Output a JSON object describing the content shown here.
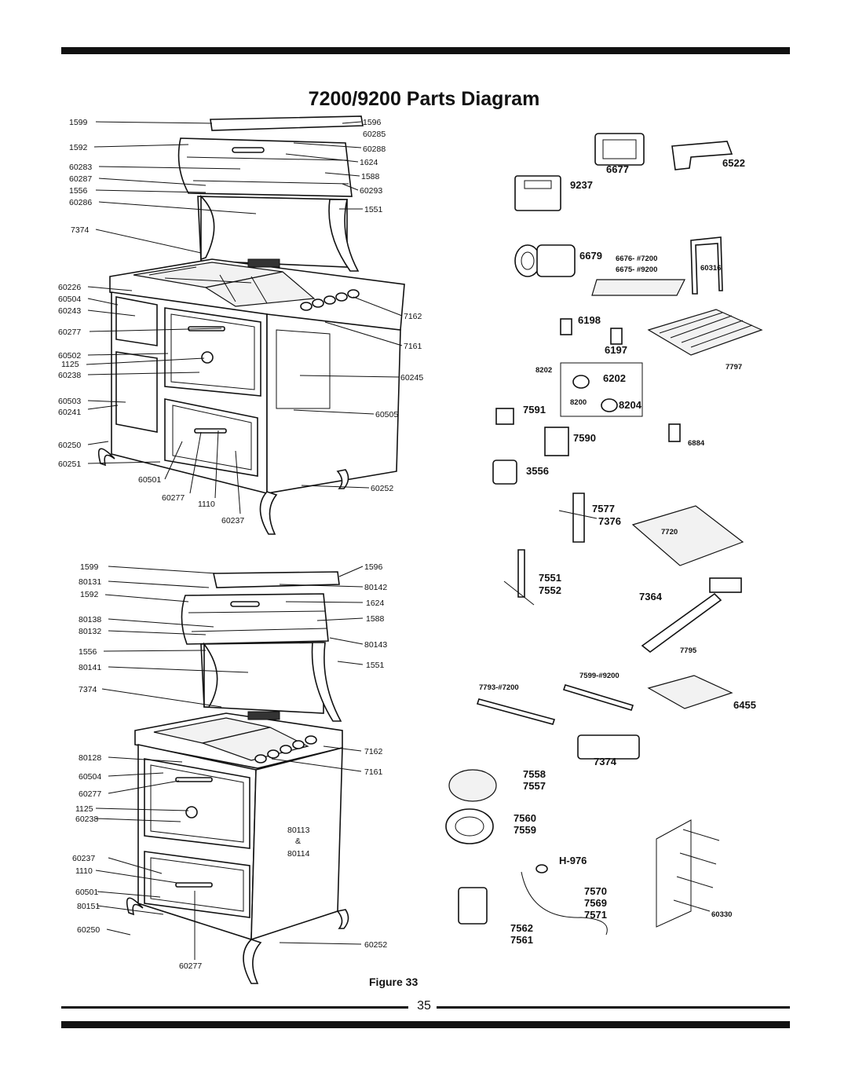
{
  "page": {
    "title": "7200/9200 Parts Diagram",
    "figure_label": "Figure 33",
    "page_number": "35"
  },
  "stove_7200": {
    "left_labels": [
      "1599",
      "1592",
      "60283",
      "60287",
      "1556",
      "60286",
      "7374",
      "60226",
      "60504",
      "60243",
      "60277",
      "60502",
      "1125",
      "60238",
      "60503",
      "60241",
      "60250",
      "60251"
    ],
    "right_labels": [
      "1596",
      "60285",
      "60288",
      "1624",
      "1588",
      "60293",
      "1551",
      "7162",
      "7161",
      "60245",
      "60505",
      "60252"
    ],
    "bottom_labels": [
      "60501",
      "60277",
      "1110",
      "60237"
    ]
  },
  "stove_9200": {
    "left_labels": [
      "1599",
      "80131",
      "1592",
      "80138",
      "80132",
      "1556",
      "80141",
      "7374",
      "80128",
      "60504",
      "60277",
      "1125",
      "60238",
      "60237",
      "1110",
      "60501",
      "80151",
      "60250"
    ],
    "right_labels": [
      "1596",
      "80142",
      "1624",
      "1588",
      "80143",
      "1551",
      "7162",
      "7161",
      "60252"
    ],
    "center_labels": [
      "80113",
      "&",
      "80114"
    ],
    "bottom_labels": [
      "60277"
    ]
  },
  "parts": {
    "p6677": "6677",
    "p6522": "6522",
    "p9237": "9237",
    "p6679": "6679",
    "p6676": "6676- #7200",
    "p6675": "6675- #9200",
    "p60316": "60316",
    "p6198": "6198",
    "p6197": "6197",
    "p7797": "7797",
    "p8202": "8202",
    "p6202": "6202",
    "p8200": "8200",
    "p8204": "8204",
    "p7591": "7591",
    "p7590": "7590",
    "p6884": "6884",
    "p3556": "3556",
    "p7577": "7577",
    "p7376": "7376",
    "p7720": "7720",
    "p7551": "7551",
    "p7552": "7552",
    "p7364": "7364",
    "p7795": "7795",
    "p7599": "7599-#9200",
    "p7793": "7793-#7200",
    "p6455": "6455",
    "p7374": "7374",
    "p7558": "7558",
    "p7557": "7557",
    "p7560": "7560",
    "p7559": "7559",
    "pH976": "H-976",
    "p7570": "7570",
    "p7569": "7569",
    "p7571": "7571",
    "p7562": "7562",
    "p7561": "7561",
    "p60330": "60330"
  },
  "colors": {
    "ink": "#111111",
    "paper": "#ffffff"
  }
}
